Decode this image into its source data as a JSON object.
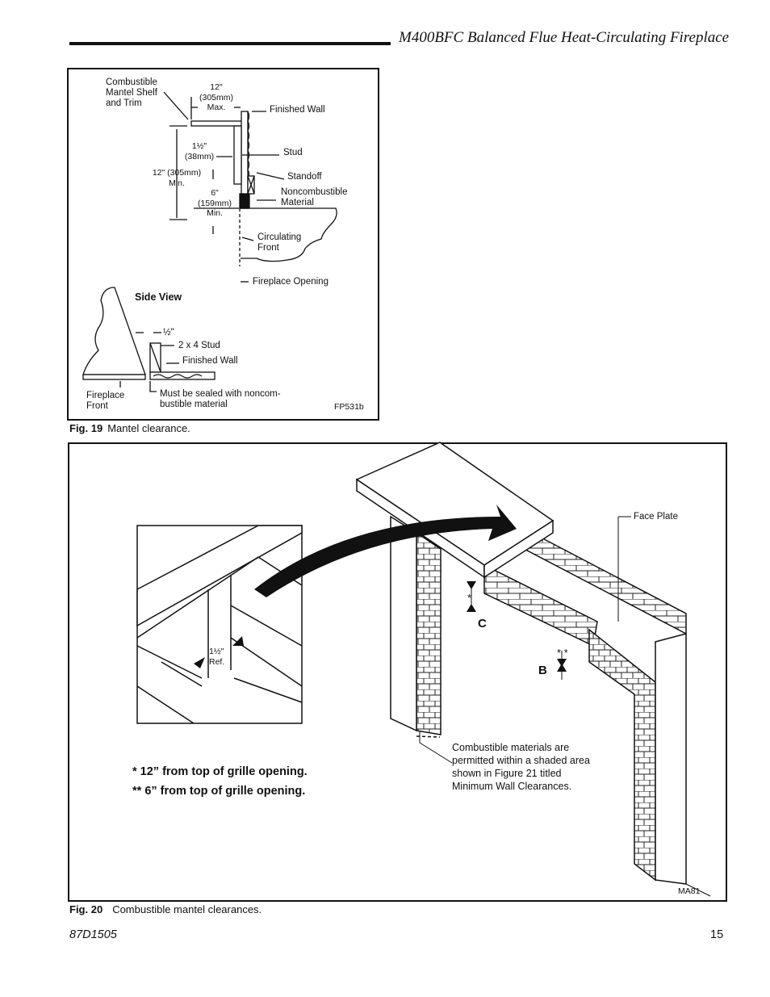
{
  "header": {
    "title": "M400BFC Balanced Flue Heat-Circulating Fireplace"
  },
  "fig19": {
    "labels": {
      "combustible_shelf": [
        "Combustible",
        "Mantel Shelf",
        "and Trim"
      ],
      "max12": [
        "12\"",
        "(305mm)",
        "Max."
      ],
      "finished_wall_top": "Finished Wall",
      "one_half": [
        "1½\"",
        "(38mm)"
      ],
      "stud": "Stud",
      "twelve_min": [
        "12\" (305mm)",
        "Min."
      ],
      "standoff": "Standoff",
      "noncombustible": [
        "Noncombustible",
        "Material"
      ],
      "six_min": [
        "6\"",
        "(159mm)",
        "Min."
      ],
      "circulating_front": [
        "Circulating",
        "Front"
      ],
      "fireplace_opening": "Fireplace Opening",
      "side_view": "Side View",
      "half_inch": "½\"",
      "two_by_four": "2 x 4 Stud",
      "finished_wall_bottom": "Finished Wall",
      "fireplace_front": [
        "Fireplace",
        "Front"
      ],
      "sealed_note": [
        "Must be sealed with noncom-",
        "bustible material"
      ],
      "code": "FP531b"
    },
    "caption_num": "Fig. 19",
    "caption_text": "Mantel clearance."
  },
  "fig20": {
    "labels": {
      "face_plate": "Face Plate",
      "ref": [
        "1½\"",
        "Ref."
      ],
      "star_one": "*",
      "star_two": "* *",
      "c": "C",
      "b": "B",
      "combustible_note": [
        "Combustible materials are",
        "permitted within a shaded area",
        "shown in Figure 21 titled",
        "Minimum Wall Clearances."
      ],
      "code": "MA81"
    },
    "notes": [
      "* 12” from top of grille opening.",
      "** 6” from top of grille opening."
    ],
    "caption_num": "Fig. 20",
    "caption_text": "Combustible mantel clearances."
  },
  "footer": {
    "doc_code": "87D1505",
    "page": "15"
  }
}
